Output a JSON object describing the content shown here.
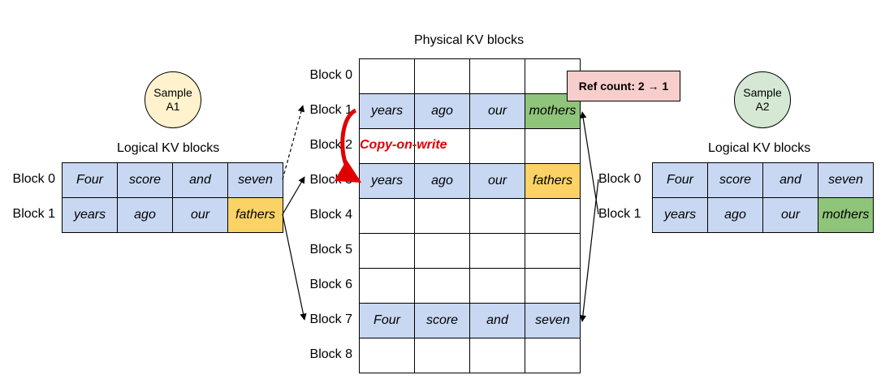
{
  "colors": {
    "blue": "#c8d8f2",
    "yellow": "#fbd266",
    "green": "#8fc57a",
    "white": "#ffffff",
    "sample_a1": "#fff2cc",
    "sample_a2": "#d5e8d4",
    "ref_box": "#f8cecc",
    "cow_red": "#e00000"
  },
  "physical": {
    "title": "Physical KV blocks",
    "rows": [
      {
        "label": "Block 0",
        "cells": [
          "",
          "",
          "",
          ""
        ],
        "fills": [
          "white",
          "white",
          "white",
          "white"
        ]
      },
      {
        "label": "Block 1",
        "cells": [
          "years",
          "ago",
          "our",
          "mothers"
        ],
        "fills": [
          "blue",
          "blue",
          "blue",
          "green"
        ]
      },
      {
        "label": "Block 2",
        "cells": [
          "",
          "",
          "",
          ""
        ],
        "fills": [
          "white",
          "white",
          "white",
          "white"
        ]
      },
      {
        "label": "Block 3",
        "cells": [
          "years",
          "ago",
          "our",
          "fathers"
        ],
        "fills": [
          "blue",
          "blue",
          "blue",
          "yellow"
        ]
      },
      {
        "label": "Block 4",
        "cells": [
          "",
          "",
          "",
          ""
        ],
        "fills": [
          "white",
          "white",
          "white",
          "white"
        ]
      },
      {
        "label": "Block 5",
        "cells": [
          "",
          "",
          "",
          ""
        ],
        "fills": [
          "white",
          "white",
          "white",
          "white"
        ]
      },
      {
        "label": "Block 6",
        "cells": [
          "",
          "",
          "",
          ""
        ],
        "fills": [
          "white",
          "white",
          "white",
          "white"
        ]
      },
      {
        "label": "Block 7",
        "cells": [
          "Four",
          "score",
          "and",
          "seven"
        ],
        "fills": [
          "blue",
          "blue",
          "blue",
          "blue"
        ]
      },
      {
        "label": "Block 8",
        "cells": [
          "",
          "",
          "",
          ""
        ],
        "fills": [
          "white",
          "white",
          "white",
          "white"
        ]
      }
    ]
  },
  "sample_a1": {
    "label_line1": "Sample",
    "label_line2": "A1",
    "title": "Logical KV blocks",
    "rows": [
      {
        "label": "Block 0",
        "cells": [
          "Four",
          "score",
          "and",
          "seven"
        ],
        "fills": [
          "blue",
          "blue",
          "blue",
          "blue"
        ]
      },
      {
        "label": "Block 1",
        "cells": [
          "years",
          "ago",
          "our",
          "fathers"
        ],
        "fills": [
          "blue",
          "blue",
          "blue",
          "yellow"
        ]
      }
    ]
  },
  "sample_a2": {
    "label_line1": "Sample",
    "label_line2": "A2",
    "title": "Logical KV blocks",
    "rows": [
      {
        "label": "Block 0",
        "cells": [
          "Four",
          "score",
          "and",
          "seven"
        ],
        "fills": [
          "blue",
          "blue",
          "blue",
          "blue"
        ]
      },
      {
        "label": "Block 1",
        "cells": [
          "years",
          "ago",
          "our",
          "mothers"
        ],
        "fills": [
          "blue",
          "blue",
          "blue",
          "green"
        ]
      }
    ]
  },
  "ref_count": "Ref count: 2 → 1",
  "copy_on_write": "Copy-on-write"
}
